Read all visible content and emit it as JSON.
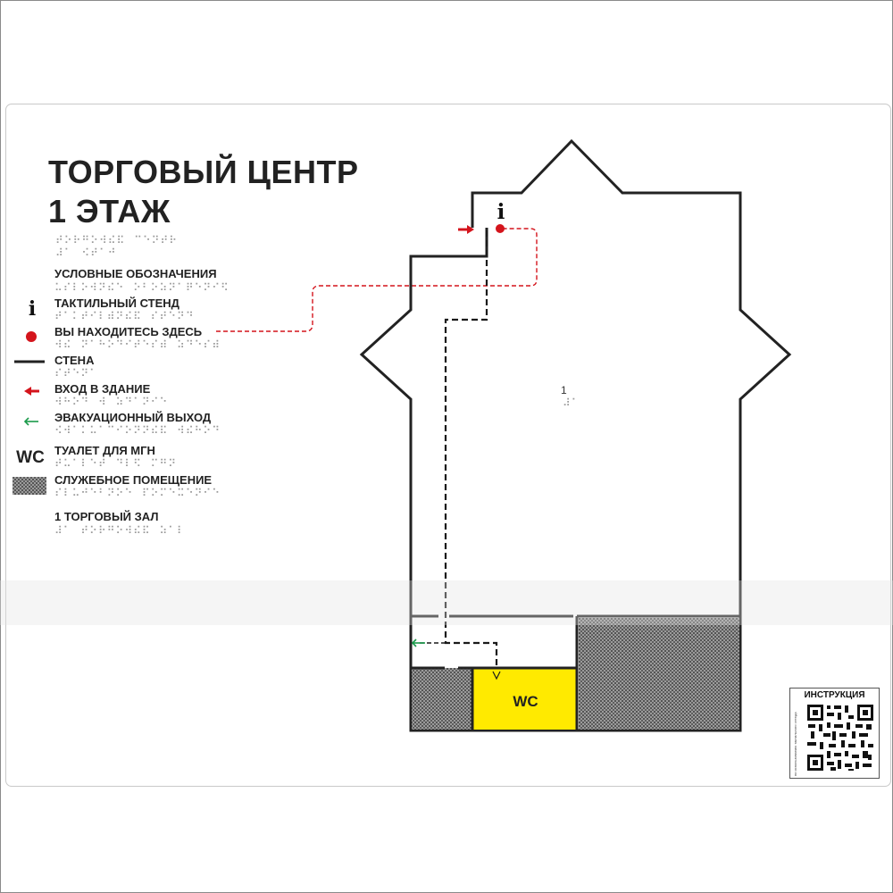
{
  "title": {
    "line1": "ТОРГОВЫЙ ЦЕНТР",
    "line2": "1 ЭТАЖ",
    "braille1": "⠞⠕⠗⠛⠕⠺⠮⠯⠀⠉⠑⠝⠞⠗",
    "braille2": "⠼⠁⠀⠪⠞⠁⠚"
  },
  "legend": {
    "heading": "УСЛОВНЫЕ ОБОЗНАЧЕНИЯ",
    "heading_braille": "⠥⠎⠇⠕⠺⠝⠮⠑⠀⠕⠃⠕⠵⠝⠁⠟⠑⠝⠊⠫",
    "items": [
      {
        "symbol": "i",
        "label": "ТАКТИЛЬНЫЙ СТЕНД",
        "braille": "⠞⠁⠅⠞⠊⠇⠾⠝⠮⠯⠀⠎⠞⠑⠝⠙"
      },
      {
        "symbol": "dot",
        "label": "ВЫ НАХОДИТЕСЬ ЗДЕСЬ",
        "braille": "⠺⠮⠀⠝⠁⠓⠕⠙⠊⠞⠑⠎⠾⠀⠵⠙⠑⠎⠾"
      },
      {
        "symbol": "wall",
        "label": "СТЕНА",
        "braille": "⠎⠞⠑⠝⠁"
      },
      {
        "symbol": "red-arrow",
        "label": "ВХОД В ЗДАНИЕ",
        "braille": "⠺⠓⠕⠙⠀⠺⠀⠵⠙⠁⠝⠊⠑"
      },
      {
        "symbol": "green-arrow",
        "label": "ЭВАКУАЦИОННЫЙ ВЫХОД",
        "braille": "⠪⠺⠁⠅⠥⠁⠉⠊⠕⠝⠝⠮⠯⠀⠺⠮⠓⠕⠙"
      },
      {
        "symbol": "WC",
        "label": "ТУАЛЕТ ДЛЯ МГН",
        "braille": "⠞⠥⠁⠇⠑⠞⠀⠙⠇⠫⠀⠍⠛⠝"
      },
      {
        "symbol": "hatch",
        "label": "СЛУЖЕБНОЕ ПОМЕЩЕНИЕ",
        "braille": "⠎⠇⠥⠚⠑⠃⠝⠕⠑⠀⠏⠕⠍⠑⠭⠑⠝⠊⠑"
      },
      {
        "symbol": "",
        "label": "1 ТОРГОВЫЙ ЗАЛ",
        "braille": "⠼⠁⠀⠞⠕⠗⠛⠕⠺⠮⠯⠀⠵⠁⠇"
      }
    ]
  },
  "plan": {
    "info_symbol": "i",
    "room_number": "1",
    "room_braille": "⠼⠁",
    "wc_label": "WC"
  },
  "qr": {
    "title": "ИНСТРУКЦИЯ",
    "side_text": "по использованию тактильного стенда"
  },
  "colors": {
    "red": "#d4141c",
    "green": "#1a9a4a",
    "yellow": "#ffea00",
    "wall": "#222222",
    "dash": "#1a1a1a"
  },
  "icons": [
    "info-icon",
    "you-are-here-icon",
    "wall-line-icon",
    "entrance-arrow-icon",
    "evacuation-arrow-icon",
    "wc-icon",
    "service-room-icon"
  ]
}
